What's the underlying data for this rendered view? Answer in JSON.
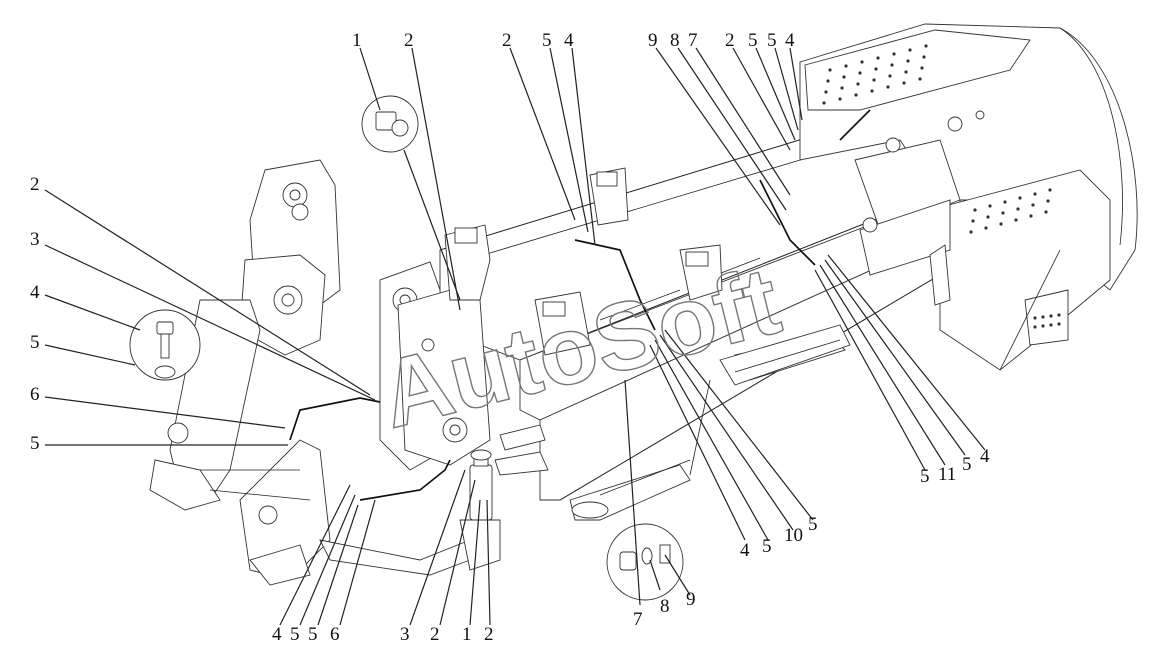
{
  "watermark": "AutoSoft",
  "callouts": {
    "top": [
      "1",
      "2",
      "2",
      "5",
      "4",
      "9",
      "8",
      "7",
      "2",
      "5",
      "5",
      "4"
    ],
    "left": [
      "2",
      "3",
      "4",
      "5",
      "6",
      "5"
    ],
    "bottom_left": [
      "4",
      "5",
      "5",
      "6",
      "3",
      "2",
      "1",
      "2"
    ],
    "bottom_center": [
      "7",
      "8",
      "9",
      "4",
      "5",
      "10",
      "5"
    ],
    "right": [
      "5",
      "11",
      "5",
      "4"
    ]
  }
}
